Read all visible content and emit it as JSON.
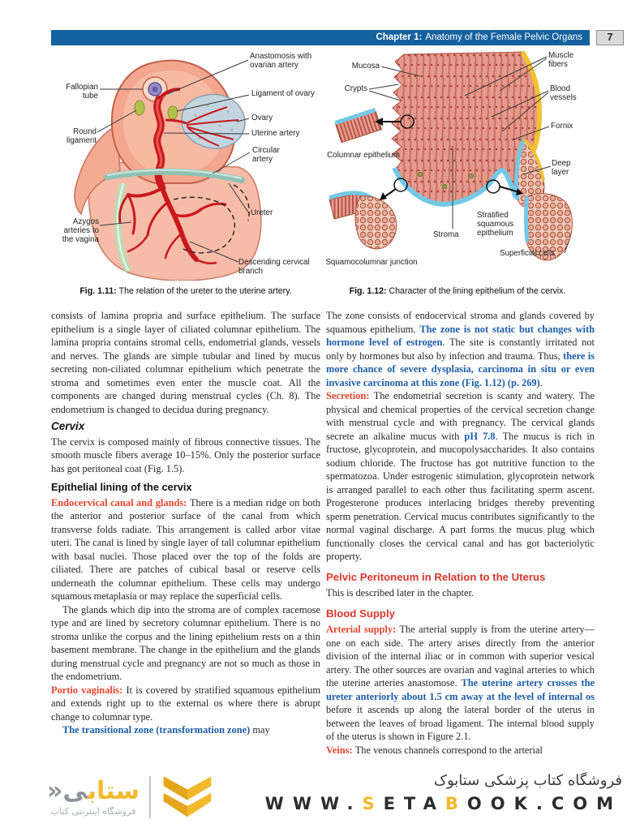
{
  "header": {
    "chapter_label": "Chapter 1:",
    "chapter_title": "Anatomy of the Female Pelvic Organs",
    "page_number": "7"
  },
  "figures": [
    {
      "caption_label": "Fig. 1.11:",
      "caption_text": "The relation of the ureter to the uterine artery.",
      "labels": [
        "Anastomosis with ovarian artery",
        "Fallopian tube",
        "Ligament of ovary",
        "Ovary",
        "Uterine artery",
        "Circular artery",
        "Ureter",
        "Round ligament",
        "Azygos arteries to the vagina",
        "Descending cervical branch"
      ]
    },
    {
      "caption_label": "Fig. 1.12:",
      "caption_text": "Character of the lining epithelium of the cervix.",
      "labels": [
        "Mucosa",
        "Crypts",
        "Columnar epithelium",
        "Muscle fibers",
        "Blood vessels",
        "Fornix",
        "Deep layer",
        "Stratified squamous epithelium",
        "Stroma",
        "Superficial cells",
        "Squamocolumnar junction"
      ]
    }
  ],
  "left_column": {
    "blocks": [
      {
        "type": "para",
        "segments": [
          {
            "t": "consists of lamina propria and surface epithelium. The surface epithelium is a single layer of ciliated columnar epithelium. The lamina propria contains stromal cells, endometrial glands, vessels and nerves. The glands are simple tubular and lined by mucus secreting non-ciliated columnar epithelium which penetrate the stroma and sometimes even enter the muscle coat. All the components are changed during menstrual cycles (Ch. 8). The endometrium is changed to decidua during pregnancy.",
            "s": "normal"
          }
        ]
      },
      {
        "type": "heading_italic",
        "text": "Cervix"
      },
      {
        "type": "para",
        "segments": [
          {
            "t": "The cervix is composed mainly of fibrous connective tissues. The smooth muscle fibers average 10–15%. Only the posterior surface has got peritoneal coat (Fig. 1.5).",
            "s": "normal"
          }
        ]
      },
      {
        "type": "heading",
        "text": "Epithelial lining of the cervix"
      },
      {
        "type": "para",
        "segments": [
          {
            "t": "Endocervical canal and glands: ",
            "s": "red"
          },
          {
            "t": "There is a median ridge on both the anterior and posterior surface of the canal from which transverse folds radiate. This arrangement is called arbor vitae uteri. The canal is lined by single layer of tall columnar epithelium with basal nuclei. Those placed over the top of the folds are ciliated. There are patches of cubical basal or reserve cells underneath the columnar epithelium. These cells may undergo squamous metaplasia or may replace the superficial cells.",
            "s": "normal"
          }
        ]
      },
      {
        "type": "para",
        "indent": true,
        "segments": [
          {
            "t": "The glands which dip into the stroma are of complex racemose type and are lined by secretory columnar epithelium. There is no stroma unlike the corpus and the lining epithelium rests on a thin basement membrane. The change in the epithelium and the glands during menstrual cycle and pregnancy are not so much as those in the endometrium.",
            "s": "normal"
          }
        ]
      },
      {
        "type": "para",
        "segments": [
          {
            "t": "Portio vaginalis: ",
            "s": "red"
          },
          {
            "t": "It is covered by stratified squamous epithelium and extends right up to the external os where there is abrupt change to columnar type.",
            "s": "normal"
          }
        ]
      },
      {
        "type": "para",
        "indent": true,
        "segments": [
          {
            "t": "The transitional zone (transformation zone)",
            "s": "blue"
          },
          {
            "t": " may",
            "s": "normal"
          }
        ]
      }
    ]
  },
  "right_column": {
    "blocks": [
      {
        "type": "para",
        "segments": [
          {
            "t": "The zone consists of endocervical stroma and glands covered by squamous epithelium. ",
            "s": "normal"
          },
          {
            "t": "The zone is not static but changes with hormone level of estrogen",
            "s": "blue"
          },
          {
            "t": ". The site is constantly irritated not only by hormones but also by infection and trauma. Thus, ",
            "s": "normal"
          },
          {
            "t": "there is more chance of severe dysplasia, carcinoma in situ or even invasive carcinoma at this zone (Fig. 1.12) (p. 269)",
            "s": "blue"
          },
          {
            "t": ".",
            "s": "normal"
          }
        ]
      },
      {
        "type": "para",
        "segments": [
          {
            "t": "Secretion: ",
            "s": "red"
          },
          {
            "t": "The endometrial secretion is scanty and watery. The physical and chemical properties of the cervical secretion change with menstrual cycle and with pregnancy. The cervical glands secrete an alkaline mucus with ",
            "s": "normal"
          },
          {
            "t": "pH 7.8",
            "s": "blue"
          },
          {
            "t": ". The mucus is rich in fructose, glycoprotein, and mucopolysaccharides. It also contains sodium chloride. The fructose has got nutritive function to the spermatozoa. Under estrogenic stimulation, glycoprotein network is arranged parallel to each other thus facilitating sperm ascent. Progesterone produces interlacing bridges thereby preventing sperm penetration. Cervical mucus contributes significantly to the normal vaginal discharge. A part forms the mucus plug which functionally closes the cervical canal and has got bacteriolytic property.",
            "s": "normal"
          }
        ]
      },
      {
        "type": "heading_red",
        "text": "Pelvic Peritoneum in Relation to the Uterus"
      },
      {
        "type": "para",
        "segments": [
          {
            "t": "This is described later in the chapter.",
            "s": "normal"
          }
        ]
      },
      {
        "type": "heading_red",
        "text": "Blood Supply"
      },
      {
        "type": "para",
        "segments": [
          {
            "t": "Arterial supply: ",
            "s": "red"
          },
          {
            "t": "The arterial supply is from the uterine artery—one on each side. The artery arises directly from the anterior division of the internal iliac or in common with superior vesical artery. The other sources are ovarian and vaginal arteries to which the uterine arteries anastomose. ",
            "s": "normal"
          },
          {
            "t": "The uterine artery crosses the ureter anteriorly about 1.5 cm away at the level of internal os",
            "s": "blue"
          },
          {
            "t": " before it ascends up along the lateral border of the uterus in between the leaves of broad ligament. The internal blood supply of the uterus is shown in Figure 2.1.",
            "s": "normal"
          }
        ]
      },
      {
        "type": "para",
        "segments": [
          {
            "t": "Veins: ",
            "s": "red"
          },
          {
            "t": "The venous channels correspond to the arterial",
            "s": "normal"
          }
        ]
      }
    ]
  },
  "footer": {
    "logo_wordmark_yellow": "ستاب",
    "logo_wordmark_gray": "ی",
    "logo_arrow": "«",
    "logo_subtitle": "فروشگاه اینترنتی کتاب",
    "store_title": "فروشگاه کتاب پزشکی ستابوک",
    "url_parts": [
      "WWW.",
      "S",
      "ETA",
      "B",
      "OOK.COM"
    ]
  },
  "colors": {
    "header_bar": "#14619E",
    "accent_red": "#E8462F",
    "heading_red": "#D9372E",
    "accent_blue": "#1D5EA8",
    "logo_yellow": "#F2B92D"
  }
}
